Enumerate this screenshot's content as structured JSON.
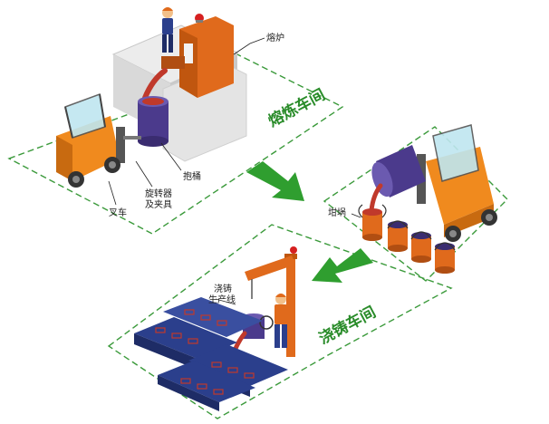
{
  "labels": {
    "furnace": "熔炉",
    "ladle": "抱桶",
    "rotator_line1": "旋转器",
    "rotator_line2": "及夹具",
    "forklift": "叉车",
    "crucible": "坩埚",
    "casting_line1": "浇铸",
    "casting_line2": "生产线"
  },
  "zones": {
    "melting": "熔炼车间",
    "casting": "浇铸车间"
  },
  "colors": {
    "zone_border": "#3b9a3b",
    "flow_arrow": "#2f9e2f",
    "machine_orange": "#e06a1c",
    "forklift_orange": "#f08a1e",
    "ladle_purple": "#4b3a8c",
    "mold_blue": "#2b3f8c",
    "molten": "#c0392b"
  }
}
